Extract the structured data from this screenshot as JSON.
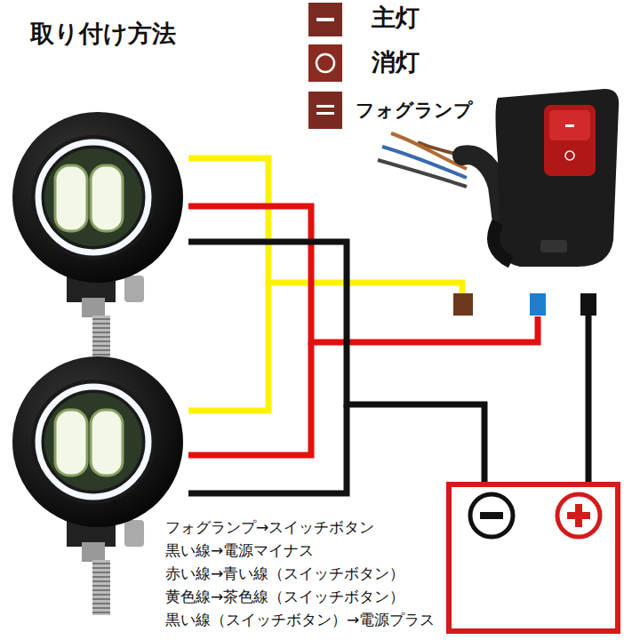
{
  "diagram": {
    "title": "取り付け方法",
    "labels": [
      "フォグランプ→スイッチボタン",
      "黒い線→電源マイナス",
      "赤い線→青い線（スイッチボタン）",
      "黄色線→茶色線（スイッチボタン）",
      "黒い線（スイッチボタン）→電源プラス"
    ],
    "legend": [
      {
        "text": "主灯"
      },
      {
        "text": "消灯"
      },
      {
        "text": "フォグランプ"
      }
    ]
  }
}
